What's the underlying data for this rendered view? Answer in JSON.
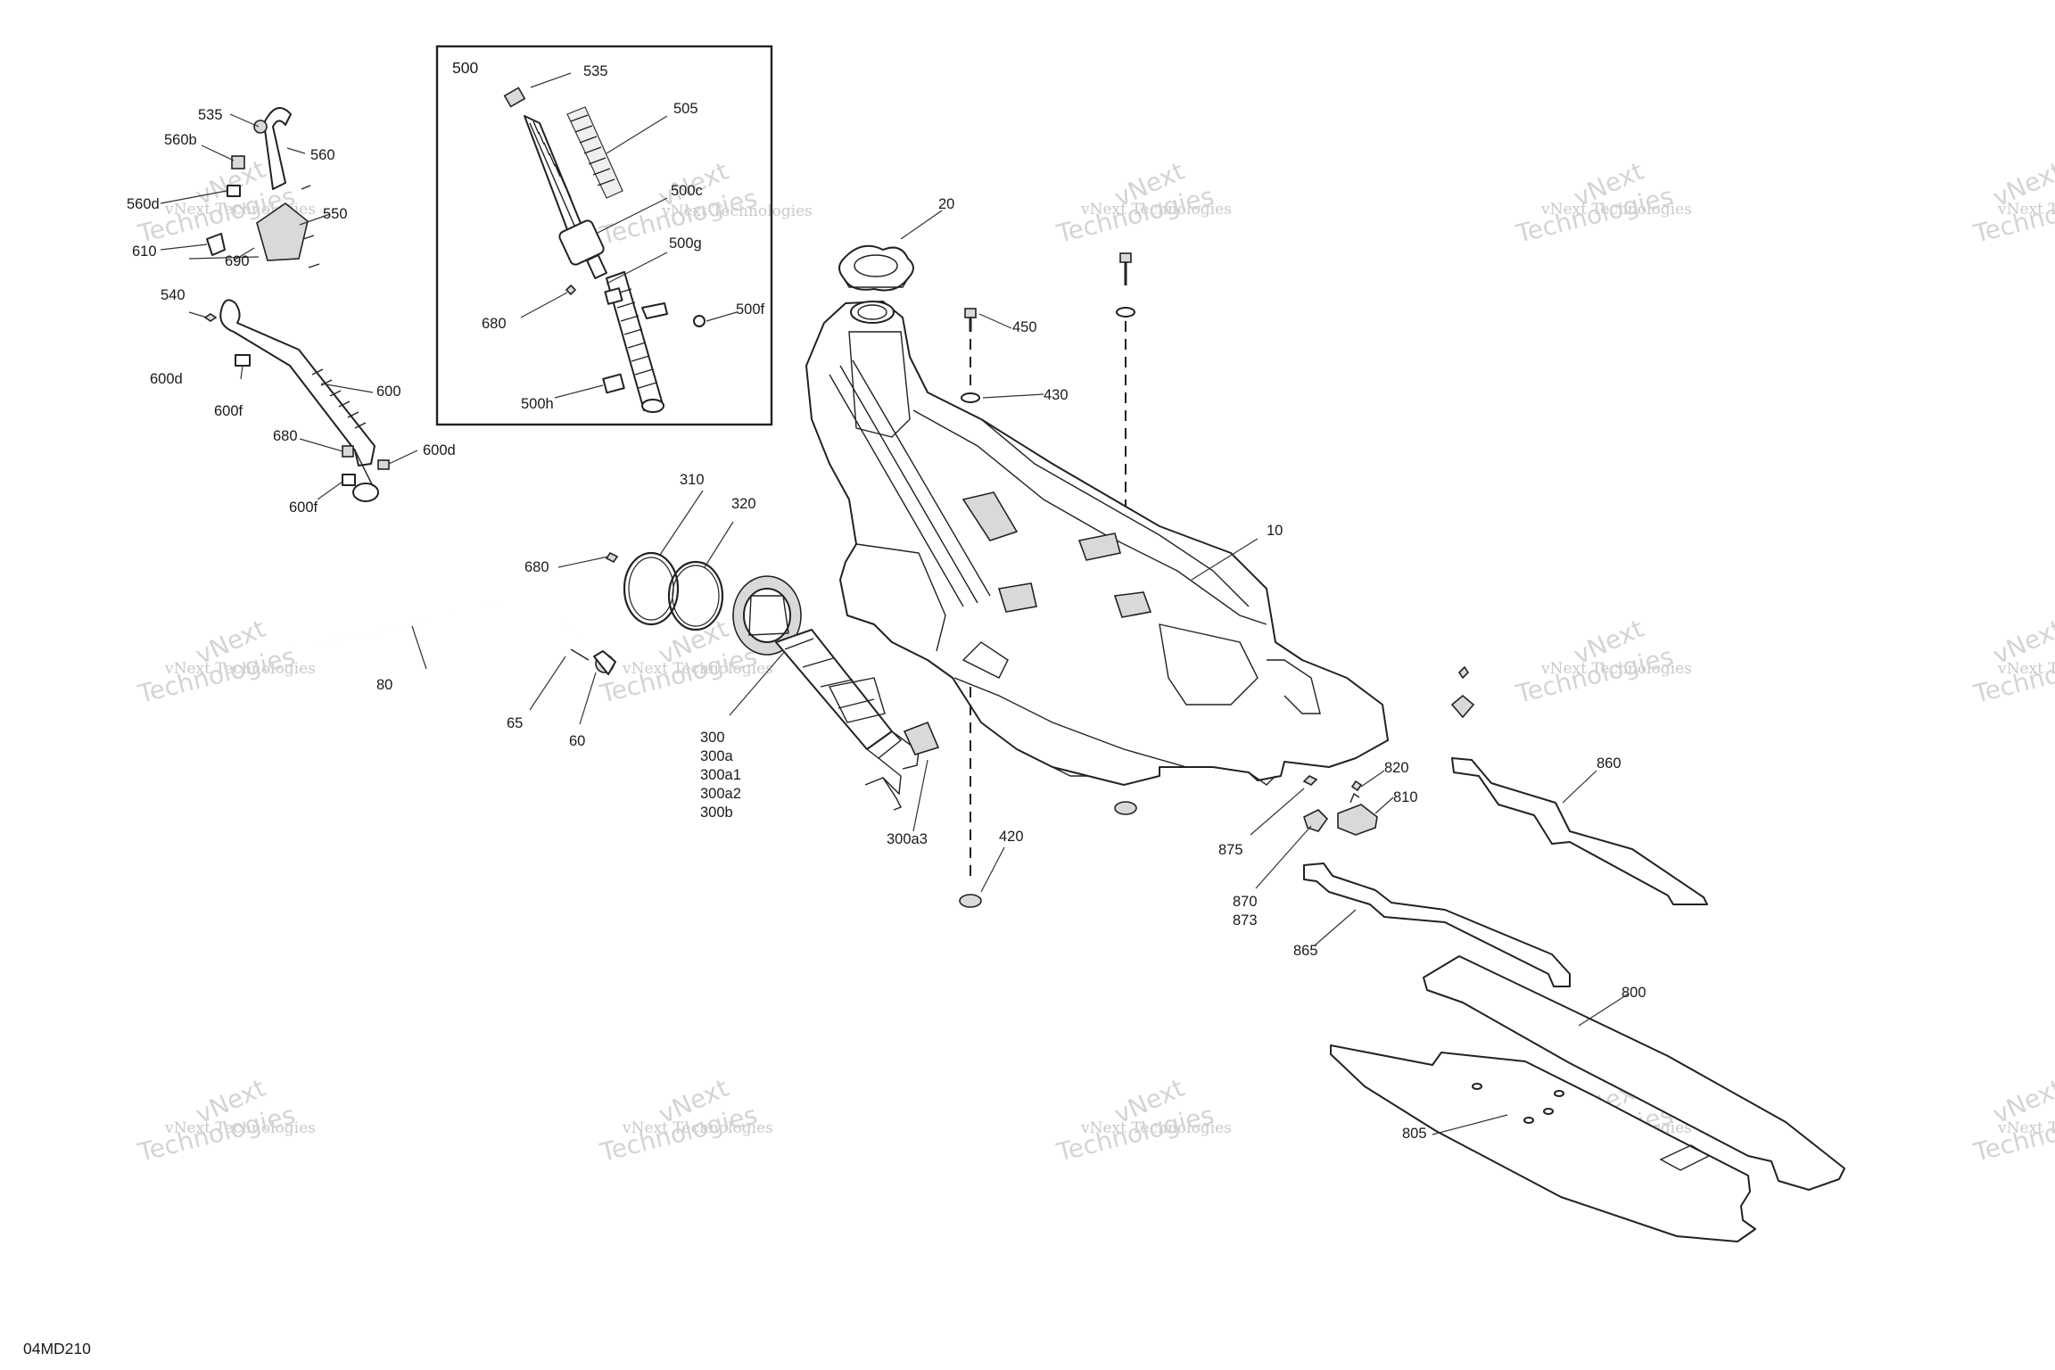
{
  "drawing_code": "04MD210",
  "inset": {
    "title": "500"
  },
  "watermark": {
    "line1": "vNext Technologies",
    "line2": "Technologies",
    "mark": "vNext"
  },
  "callouts": {
    "c20": "20",
    "c450": "450",
    "c430": "430",
    "c10": "10",
    "c310": "310",
    "c320": "320",
    "c680a": "680",
    "c80": "80",
    "c65": "65",
    "c60": "60",
    "c300": "300",
    "c300a": "300a",
    "c300a1": "300a1",
    "c300a2": "300a2",
    "c300b": "300b",
    "c300a3": "300a3",
    "c420": "420",
    "c535": "535",
    "c560b": "560b",
    "c560": "560",
    "c560d": "560d",
    "c550": "550",
    "c610": "610",
    "c690": "690",
    "c540": "540",
    "c600d": "600d",
    "c600f": "600f",
    "c600": "600",
    "c680b": "680",
    "c600d2": "600d",
    "c600f2": "600f",
    "i535": "535",
    "i505": "505",
    "i500c": "500c",
    "i500g": "500g",
    "i500f": "500f",
    "i680": "680",
    "i500h": "500h",
    "c820": "820",
    "c810": "810",
    "c875": "875",
    "c870": "870",
    "c873": "873",
    "c860": "860",
    "c865": "865",
    "c800": "800",
    "c805": "805"
  }
}
